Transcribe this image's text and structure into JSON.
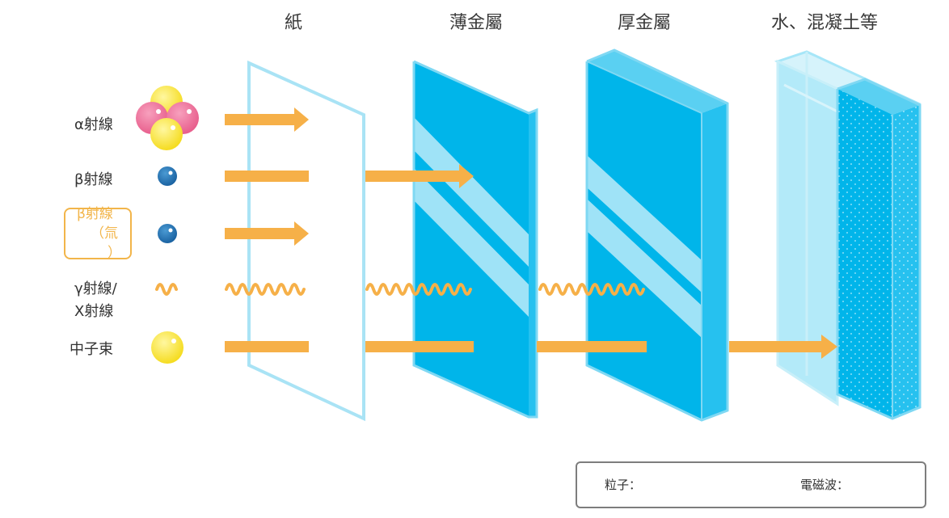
{
  "headers": {
    "paper": "紙",
    "thin_metal": "薄金屬",
    "thick_metal": "厚金屬",
    "water_concrete": "水、混凝土等"
  },
  "rows": {
    "alpha": "α射線",
    "beta": "β射線",
    "beta_highlight_line1": "β射線",
    "beta_highlight_line2": "（氚",
    "beta_highlight_line3": "）",
    "gamma_line1": "γ射線/",
    "gamma_line2": "X射線",
    "neutron": "中子束"
  },
  "legend": {
    "particle_label": "粒子：",
    "wave_label": "電磁波："
  },
  "colors": {
    "arrow": "#f6b048",
    "panel_blue": "#00b5ea",
    "panel_edge": "#7fd8f3",
    "panel_side": "#26c1ef",
    "stripe": "#9fe3f7",
    "paper_border": "#a9e3f5",
    "water": "#a6e6f8",
    "alpha_pink": "#ee6f98",
    "particle_yellow": "#f8e33a",
    "beta_blue": "#2374b5",
    "highlight": "#f2b54a"
  }
}
